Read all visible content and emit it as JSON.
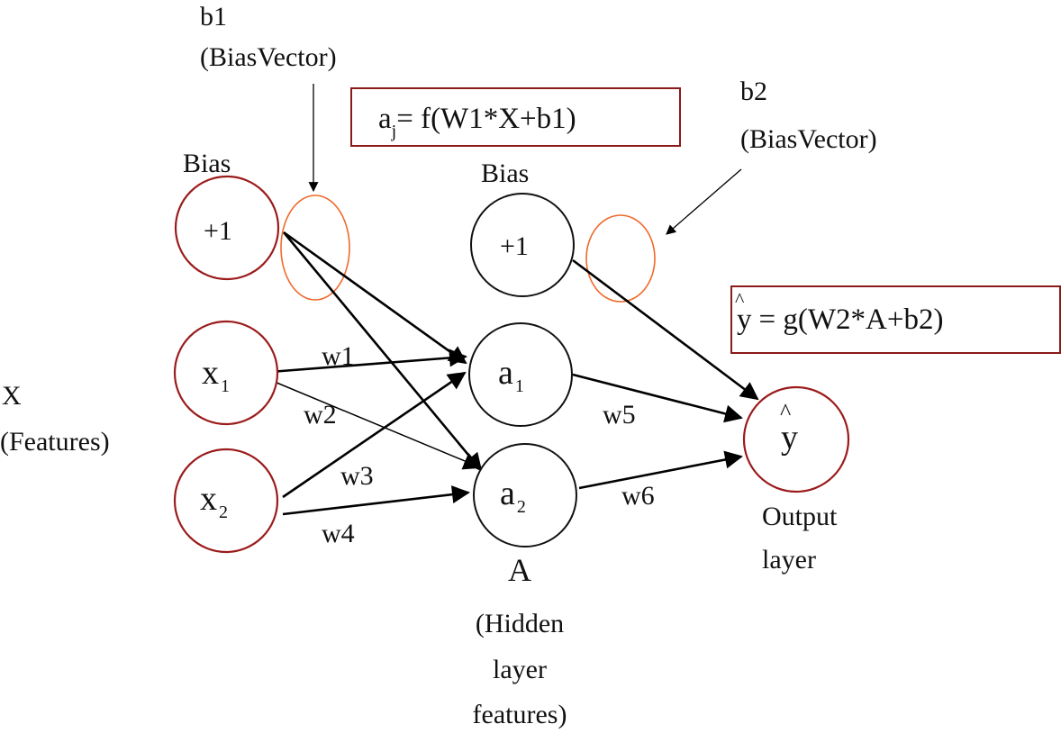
{
  "colors": {
    "input_circle": "#9b1b1b",
    "hidden_circle": "#111111",
    "bias_vector_ellipse": "#f06a2b",
    "equation_box": "#8b1a1a",
    "arrow": "#000000"
  },
  "labels": {
    "b1": "b1",
    "b1_desc": "(BiasVector)",
    "b2": "b2",
    "b2_desc": "(BiasVector)",
    "bias_input": "Bias",
    "bias_hidden": "Bias",
    "x_label": "X",
    "x_desc": "(Features)",
    "a_label": "A",
    "a_desc": [
      "(Hidden",
      "layer",
      "features)"
    ],
    "output": [
      "Output",
      "layer"
    ]
  },
  "nodes": {
    "bias_input": "+1",
    "bias_hidden": "+1",
    "x1": {
      "base": "x",
      "sub": "1"
    },
    "x2": {
      "base": "x",
      "sub": "2"
    },
    "a1": {
      "base": "a",
      "sub": "1"
    },
    "a2": {
      "base": "a",
      "sub": "2"
    },
    "y": {
      "base": "y",
      "hat": "^"
    }
  },
  "weights": [
    "w1",
    "w2",
    "w3",
    "w4",
    "w5",
    "w6"
  ],
  "equations": {
    "hidden": {
      "lhs": "a",
      "sub": "j",
      "rhs": "= f(W1*X+b1)"
    },
    "output": {
      "lhs": "y",
      "hat": "^",
      "rhs": "= g(W2*A+b2)"
    }
  }
}
